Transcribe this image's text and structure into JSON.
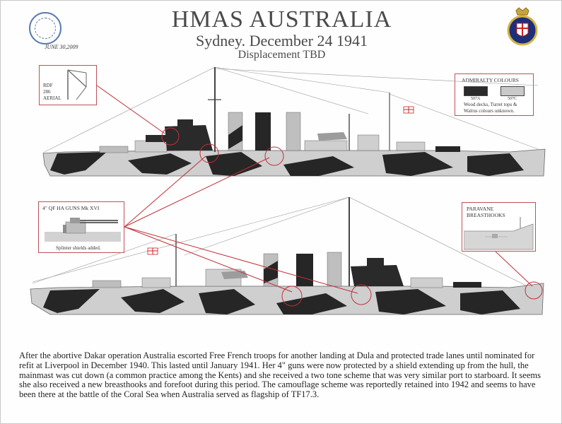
{
  "header": {
    "title": "HMAS AUSTRALIA",
    "subtitle": "Sydney. December 24 1941",
    "subtitle2": "Displacement TBD",
    "date_sig": "JUNE 30,2009"
  },
  "callouts": {
    "rdf": {
      "line1": "RDF",
      "line2": "286",
      "line3": "AERIAL"
    },
    "admiralty": {
      "title": "ADMIRALTY COLOURS",
      "swatch1_label": "507A",
      "swatch2_label": "507C",
      "note_line1": "Wood decks, Turret tops &",
      "note_line2": "Walrus colours unknown.",
      "swatch1_color": "#2a2a2a",
      "swatch2_color": "#c9c9c9"
    },
    "guns": {
      "title": "4\" QF HA GUNS Mk XVI",
      "caption": "Splinter shields added."
    },
    "paravane": {
      "line1": "PARAVANE",
      "line2": "BREASTHOOKS"
    }
  },
  "description": "After the abortive Dakar operation Australia escorted Free French troops for another landing at Dula and protected trade lanes until nominated for refit at Liverpool in December 1940. This lasted until January 1941. Her 4\" guns were now protected by a shield extending up from the hull, the mainmast was cut down (a common practice among the Kents) and she received a two tone scheme that was very similar port to starboard. It seems she also received a new breasthooks and forefoot during this period. The camouflage scheme was reportedly retained into 1942 and seems to have been there at the battle of the Coral Sea when Australia served as flagship of TF17.3."
}
